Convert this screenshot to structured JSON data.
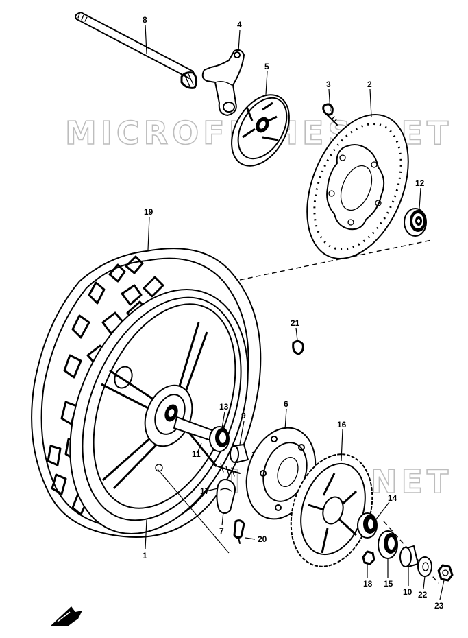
{
  "watermark_top": "MICROFICHES.NET",
  "watermark_bottom": "MICROFICHES.NET",
  "callouts": [
    {
      "id": "c1",
      "text": "1"
    },
    {
      "id": "c2",
      "text": "2"
    },
    {
      "id": "c3",
      "text": "3"
    },
    {
      "id": "c4",
      "text": "4"
    },
    {
      "id": "c5",
      "text": "5"
    },
    {
      "id": "c6a",
      "text": "6"
    },
    {
      "id": "c6b",
      "text": "6"
    },
    {
      "id": "c7",
      "text": "7"
    },
    {
      "id": "c9",
      "text": "9"
    },
    {
      "id": "c10",
      "text": "10"
    },
    {
      "id": "c11",
      "text": "11"
    },
    {
      "id": "c12",
      "text": "12"
    },
    {
      "id": "c13",
      "text": "13"
    },
    {
      "id": "c14",
      "text": "14"
    },
    {
      "id": "c15",
      "text": "15"
    },
    {
      "id": "c16",
      "text": "16"
    },
    {
      "id": "c17",
      "text": "17"
    },
    {
      "id": "c18",
      "text": "18"
    },
    {
      "id": "c19",
      "text": "19"
    },
    {
      "id": "c20",
      "text": "20"
    },
    {
      "id": "c21",
      "text": "21"
    },
    {
      "id": "c22",
      "text": "22"
    },
    {
      "id": "c23",
      "text": "23"
    }
  ]
}
